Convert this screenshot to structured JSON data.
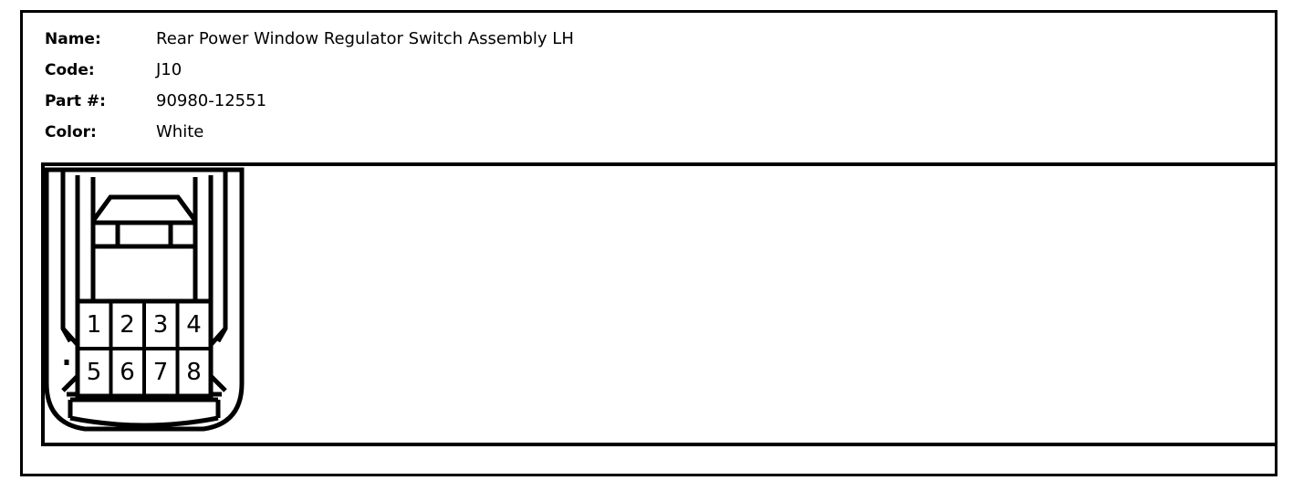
{
  "sheet": {
    "spec_rows": [
      {
        "label": "Name:",
        "value": "Rear Power Window Regulator Switch Assembly LH"
      },
      {
        "label": "Code:",
        "value": "J10"
      },
      {
        "label": "Part #:",
        "value": "90980-12551"
      },
      {
        "label": "Color:",
        "value": "White"
      }
    ]
  },
  "connector": {
    "type": "8-pin rectangular wiring connector, front view",
    "rows": 2,
    "columns": 4,
    "pin_count": 8,
    "pins": [
      {
        "number": "1",
        "row": 1,
        "col": 1
      },
      {
        "number": "2",
        "row": 1,
        "col": 2
      },
      {
        "number": "3",
        "row": 1,
        "col": 3
      },
      {
        "number": "4",
        "row": 1,
        "col": 4
      },
      {
        "number": "5",
        "row": 2,
        "col": 1
      },
      {
        "number": "6",
        "row": 2,
        "col": 2
      },
      {
        "number": "7",
        "row": 2,
        "col": 3
      },
      {
        "number": "8",
        "row": 2,
        "col": 4
      }
    ],
    "line_color": "#000000",
    "fill_color": "#ffffff"
  },
  "footer": {
    "note": ""
  }
}
